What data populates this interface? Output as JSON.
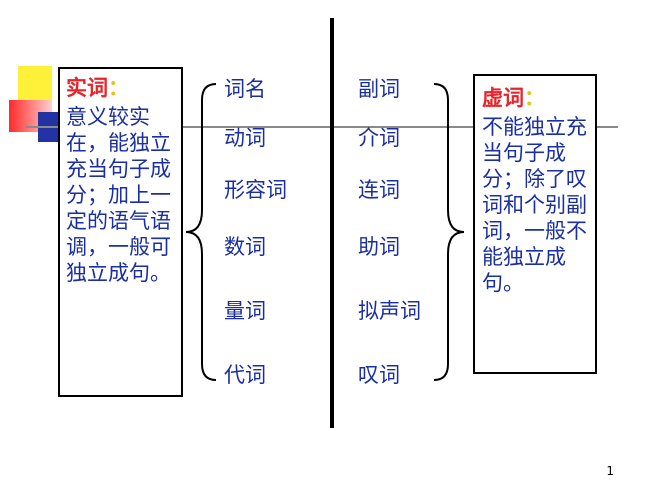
{
  "shici": {
    "title": "实词",
    "colon": "：",
    "description": "意义较实在，能独立充当句子成分；加上一定的语气语调，一般可独立成句。"
  },
  "xuci": {
    "title": "虚词",
    "colon": "：",
    "description": "不能独立充当句子成分；除了叹词和个别副词，一般不能独立成句。"
  },
  "shici_words": [
    "词名",
    "动词",
    "形容词",
    "数词",
    "量词",
    "代词"
  ],
  "xuci_words": [
    "副词",
    "介词",
    "连词",
    "助词",
    "拟声词",
    "叹词"
  ],
  "page_number": "1"
}
